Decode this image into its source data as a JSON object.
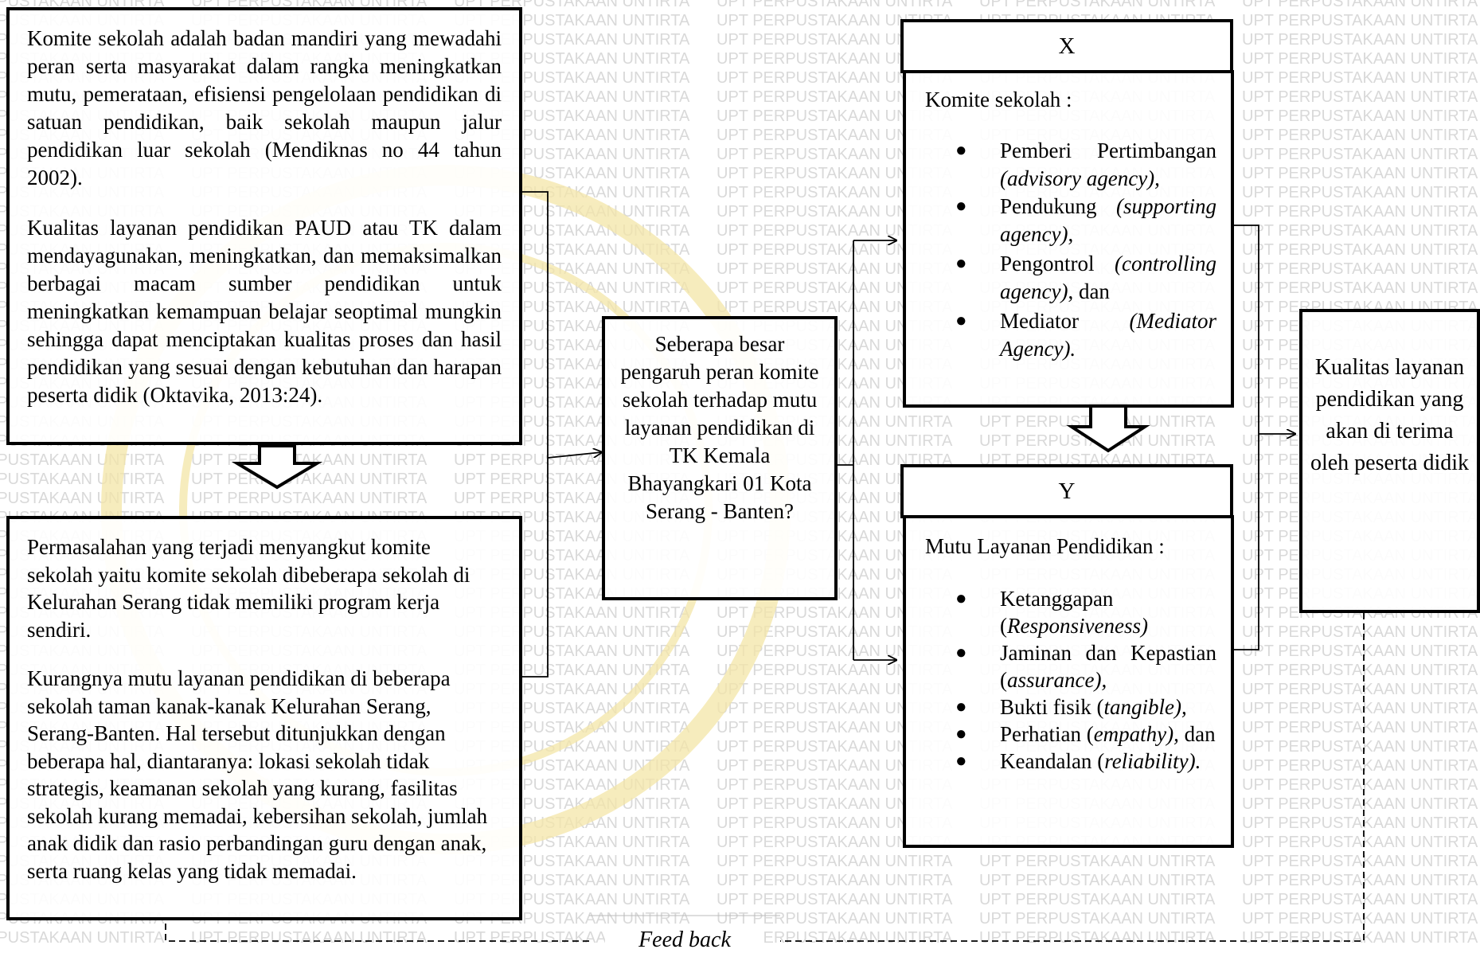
{
  "watermark": {
    "text": "UPT PERPUSTAKAAN UNTIRTA",
    "color": "#d9d9d9",
    "seal_color": "#f4e6a8"
  },
  "left_top_box": {
    "para1": "Komite sekolah adalah badan mandiri yang mewadahi peran serta masyarakat dalam rangka meningkatkan mutu, pemerataan, efisiensi pengelolaan pendidikan di satuan pendidikan, baik sekolah maupun jalur pendidikan luar sekolah (Mendiknas no 44 tahun 2002).",
    "para2": "Kualitas layanan pendidikan PAUD atau TK dalam mendayagunakan, meningkatkan, dan memaksimalkan berbagai macam sumber pendidikan untuk meningkatkan kemampuan belajar seoptimal mungkin sehingga dapat menciptakan kualitas proses dan hasil pendidikan yang sesuai dengan kebutuhan dan harapan peserta didik (Oktavika, 2013:24)."
  },
  "left_bottom_box": {
    "para1": "Permasalahan yang terjadi menyangkut komite sekolah yaitu komite sekolah dibeberapa sekolah di Kelurahan Serang tidak memiliki program kerja sendiri.",
    "para2": "Kurangnya mutu layanan pendidikan di beberapa sekolah taman kanak-kanak Kelurahan Serang, Serang-Banten. Hal tersebut ditunjukkan dengan beberapa hal, diantaranya: lokasi sekolah tidak strategis, keamanan sekolah yang kurang, fasilitas sekolah kurang memadai, kebersihan sekolah, jumlah anak didik dan rasio perbandingan guru dengan anak, serta ruang kelas yang tidak memadai."
  },
  "center_box": {
    "text": "Seberapa besar pengaruh peran komite sekolah terhadap mutu layanan pendidikan di TK Kemala Bhayangkari 01 Kota Serang - Banten?"
  },
  "x_box": {
    "label": "X",
    "title": "Komite sekolah :",
    "items": [
      {
        "main": "Pemberi Pertimbangan",
        "en": "(advisory agency),",
        "tail": ""
      },
      {
        "main": "Pendukung",
        "en": "(supporting agency)",
        "tail": ","
      },
      {
        "main": "Pengontrol",
        "en": "(controlling agency)",
        "tail": ", dan"
      },
      {
        "main": "Mediator",
        "en": "(Mediator Agency).",
        "tail": ""
      }
    ]
  },
  "y_box": {
    "label": "Y",
    "title": "Mutu Layanan Pendidikan :",
    "items": [
      {
        "main": "Ketanggapan",
        "open": "(",
        "en": "Responsiveness)",
        "tail": ""
      },
      {
        "main": "Jaminan dan Kepastian",
        "open": "(",
        "en": "assurance),",
        "tail": ""
      },
      {
        "main": "Bukti fisik (",
        "open": "",
        "en": "tangible),",
        "tail": ""
      },
      {
        "main": "Perhatian (",
        "open": "",
        "en": "empathy),",
        "tail": " dan"
      },
      {
        "main": "Keandalan",
        "open": "(",
        "en": "reliability).",
        "tail": ""
      }
    ]
  },
  "right_box": {
    "text": "Kualitas layanan pendidikan yang akan di terima oleh peserta didik"
  },
  "feedback": {
    "label": "Feed back"
  }
}
